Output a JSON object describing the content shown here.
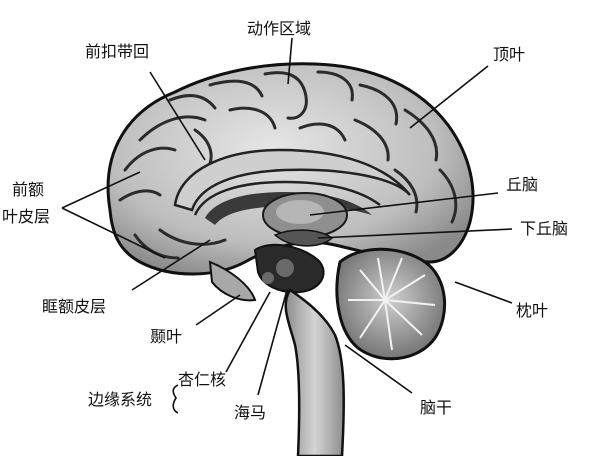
{
  "labels": {
    "motor_area": "动作区域",
    "anterior_cingulate": "前扣带回",
    "parietal_lobe": "顶叶",
    "prefrontal_line1": "前额",
    "prefrontal_line2": "叶皮层",
    "thalamus": "丘脑",
    "hypothalamus": "下丘脑",
    "orbitofrontal": "眶额皮层",
    "occipital_lobe": "枕叶",
    "temporal_lobe": "颞叶",
    "amygdala": "杏仁核",
    "limbic_system": "边缘系统",
    "hippocampus": "海马",
    "brainstem": "脑干"
  },
  "colors": {
    "outline": "#111111",
    "cortex_light": "#d9d9d9",
    "cortex_mid": "#9a9a9a",
    "shadow": "#2b2b2b"
  }
}
